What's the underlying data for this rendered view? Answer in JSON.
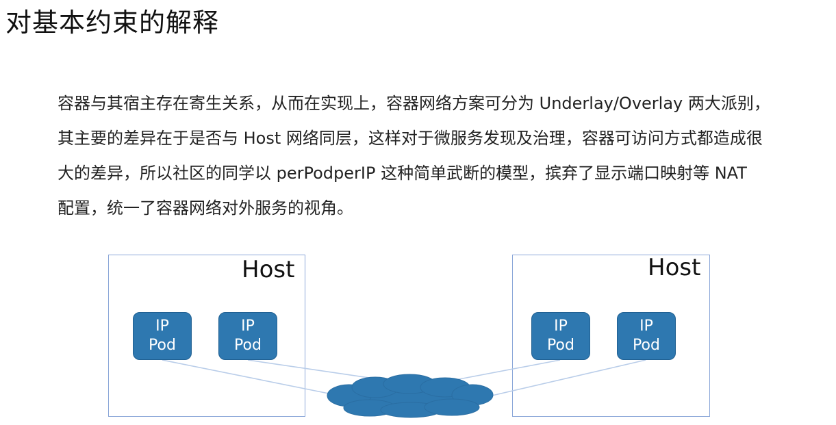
{
  "title": "对基本约束的解释",
  "paragraph": {
    "lines": [
      "容器与其宿主存在寄生关系，从而在实现上，容器网络方案可分为 Underlay/Overlay 两大派别，",
      "其主要的差异在于是否与 Host 网络同层，这样对于微服务发现及治理，容器可访问方式都造成很",
      "大的差异，所以社区的同学以 perPodperIP 这种简单武断的模型，摈弃了显示端口映射等 NAT",
      "配置，统一了容器网络对外服务的视角。"
    ]
  },
  "diagram": {
    "hosts": [
      {
        "label": "Host",
        "pods": [
          {
            "line1": "IP",
            "line2": "Pod"
          },
          {
            "line1": "IP",
            "line2": "Pod"
          }
        ]
      },
      {
        "label": "Host",
        "pods": [
          {
            "line1": "IP",
            "line2": "Pod"
          },
          {
            "line1": "IP",
            "line2": "Pod"
          }
        ]
      }
    ],
    "colors": {
      "host_border": "#8aa6d8",
      "pod_fill": "#2e78b0",
      "cloud_fill": "#2e78b0",
      "link": "#b9cde9"
    }
  }
}
